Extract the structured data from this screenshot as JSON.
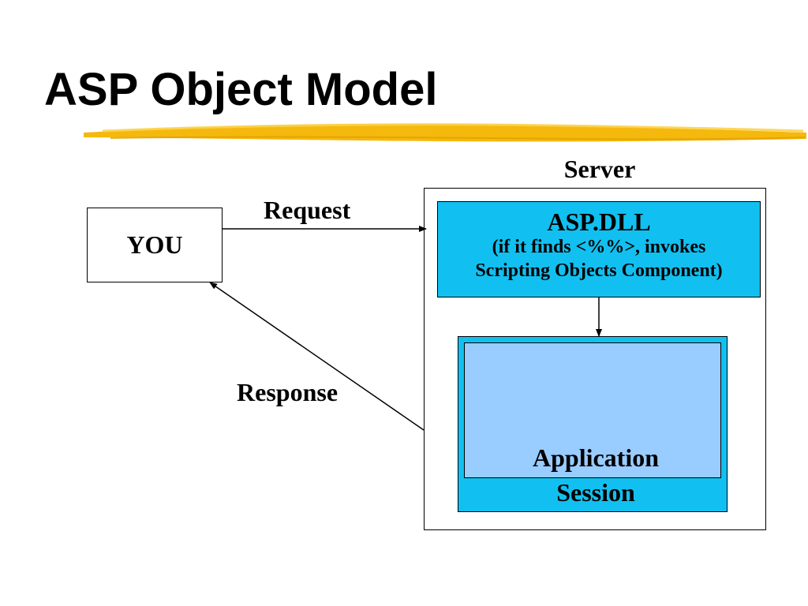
{
  "slide": {
    "title": "ASP Object Model",
    "underline_color": "#f4b400"
  },
  "diagram": {
    "server_label": "Server",
    "client_label": "YOU",
    "request_label": "Request",
    "response_label": "Response",
    "asp_dll": {
      "title": "ASP.DLL",
      "description_line1": "(if it finds <%%>, invokes",
      "description_line2": "Scripting Objects Component)"
    },
    "objects": {
      "application_label": "Application",
      "session_label": "Session"
    },
    "colors": {
      "component_fill": "#11c0f0",
      "inner_fill": "#99ccff",
      "line": "#000000"
    }
  }
}
